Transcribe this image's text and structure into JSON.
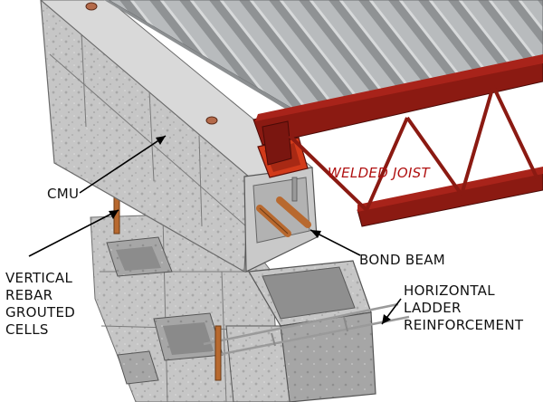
{
  "labels": {
    "cmu": "CMU",
    "welded_joist": "WELDED JOIST",
    "bond_beam": "BOND BEAM",
    "vertical_rebar": [
      "VERTICAL",
      "REBAR",
      "GROUTED",
      "CELLS"
    ],
    "horizontal_ladder": [
      "HORIZONTAL",
      "LADDER",
      "REINFORCEMENT"
    ]
  },
  "colors": {
    "joist": "#8b1a12",
    "joist_dark": "#5e0f0a",
    "welded_label": "#b01010",
    "deck": "#a9acae",
    "concrete": "#c8c8c8",
    "rebar": "#b8692f",
    "bearing_plate": "#d23a1a"
  }
}
